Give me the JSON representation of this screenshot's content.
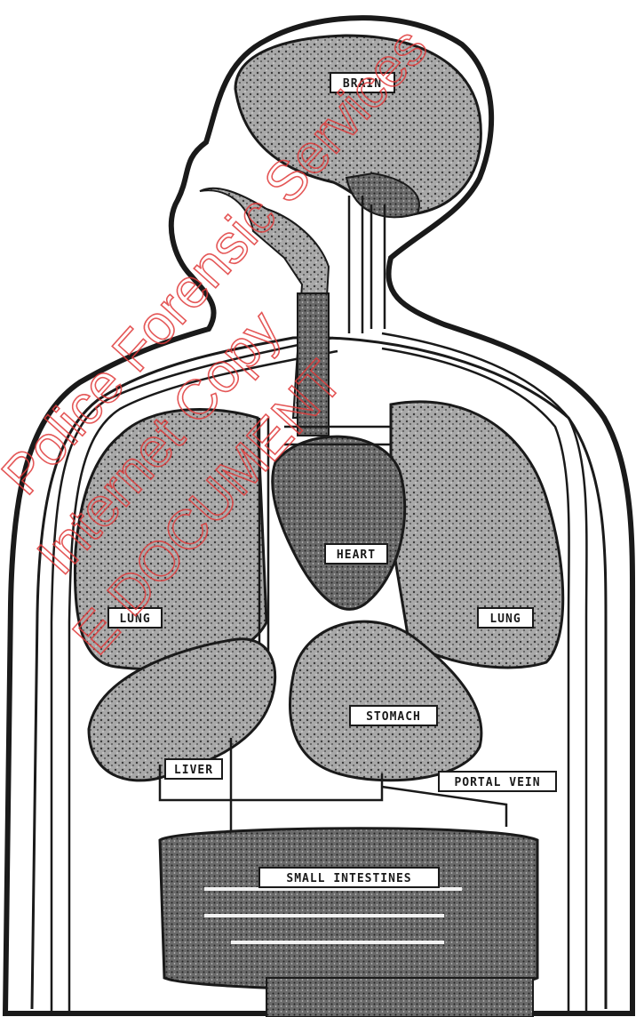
{
  "labels": {
    "brain": "BRAIN",
    "heart": "HEART",
    "lung_left": "LUNG",
    "lung_right": "LUNG",
    "stomach": "STOMACH",
    "liver": "LIVER",
    "portal_vein": "PORTAL VEIN",
    "small_intestines": "SMALL INTESTINES"
  },
  "watermark": {
    "line1": "Police Forensic Services",
    "line2": "Internet Copy",
    "line3": "E DOCUMENT"
  },
  "colors": {
    "ink": "#1a1a1a",
    "organ_fill": "#9a9a9a",
    "watermark": "#e03a3a"
  }
}
